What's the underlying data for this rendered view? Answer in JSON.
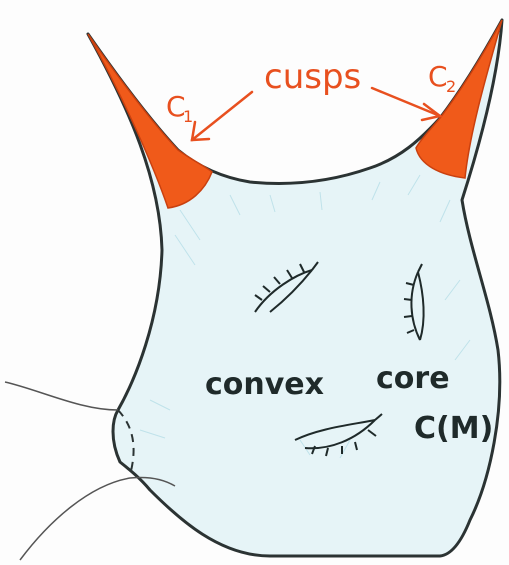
{
  "labels": {
    "cusps": "cusps",
    "cusp1_letter": "C",
    "cusp1_index": "1",
    "cusp2_letter": "C",
    "cusp2_index": "2",
    "convex": "convex",
    "core": "core",
    "core_symbol": "C(M)"
  },
  "colors": {
    "outline": "#2b3333",
    "body_fill": "#e6f4f7",
    "body_hatch": "#b9dfe8",
    "cusp_fill": "#f05a1a",
    "cusp_dark": "#c9400f",
    "label_orange": "#e8501f",
    "label_dark": "#1f2a2a",
    "handle_line": "#555555"
  }
}
